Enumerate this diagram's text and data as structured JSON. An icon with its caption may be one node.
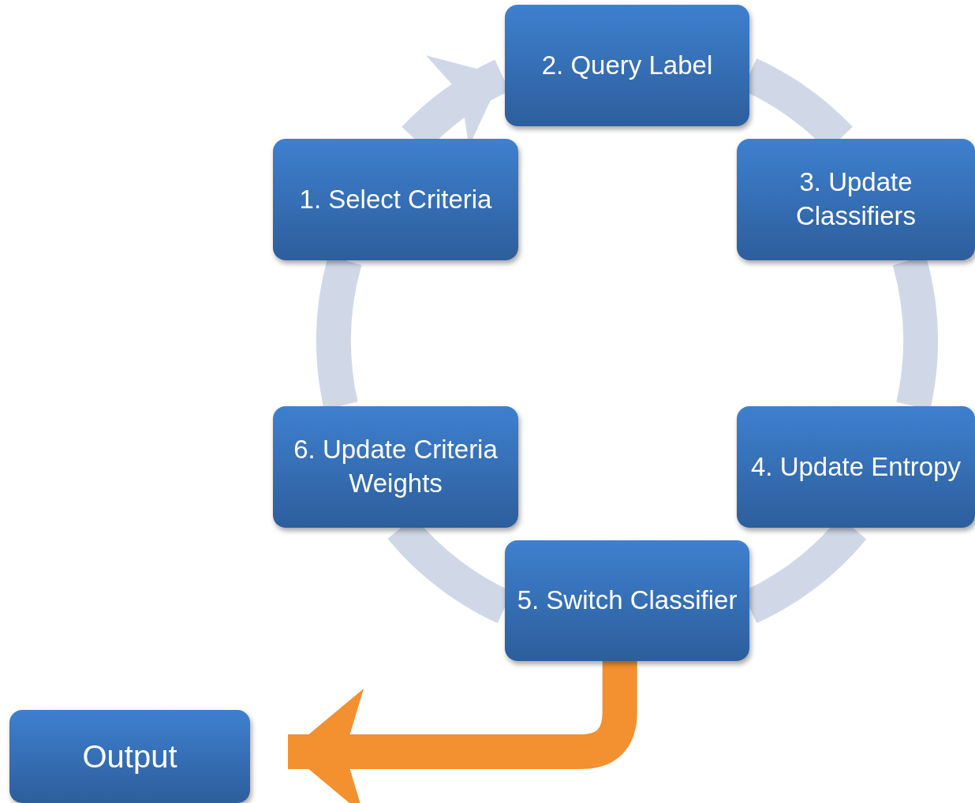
{
  "diagram": {
    "nodes": [
      {
        "text": [
          "1. Select Criteria"
        ]
      },
      {
        "text": [
          "2. Query Label"
        ]
      },
      {
        "text": [
          "3. Update Classifiers"
        ]
      },
      {
        "text": [
          "4. Update Entropy"
        ]
      },
      {
        "text": [
          "5. Switch Classifier"
        ]
      },
      {
        "text": [
          "6. Update Criteria Weights"
        ]
      },
      {
        "text": [
          "Output"
        ]
      }
    ],
    "edges": [
      {
        "from": 0,
        "to": 1,
        "arrow": "to"
      },
      {
        "from": 1,
        "to": 2,
        "arrow": "none"
      },
      {
        "from": 2,
        "to": 3,
        "arrow": "none"
      },
      {
        "from": 3,
        "to": 4,
        "arrow": "none"
      },
      {
        "from": 4,
        "to": 5,
        "arrow": "none"
      },
      {
        "from": 5,
        "to": 0,
        "arrow": "none"
      },
      {
        "from": 4,
        "to": 6,
        "arrow": "to",
        "color": "#f39030"
      }
    ]
  }
}
